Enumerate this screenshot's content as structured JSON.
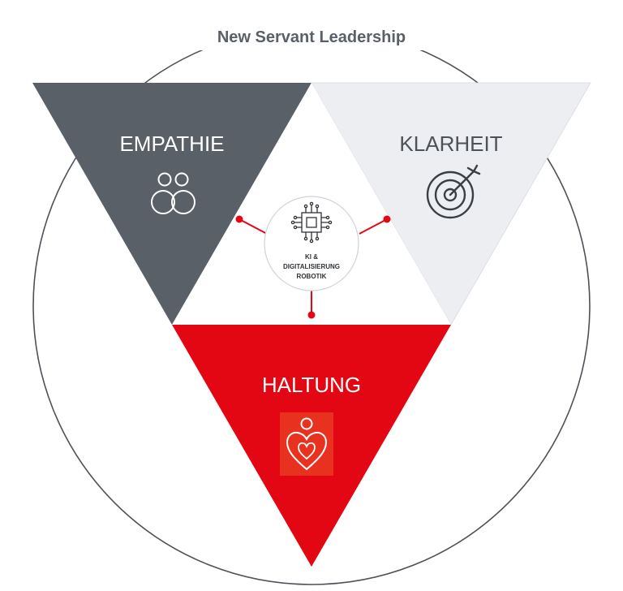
{
  "title": "New Servant Leadership",
  "segments": [
    {
      "label": "EMPATHIE",
      "icon": "two-people-icon",
      "fill": "#5a6068",
      "text_color": "#ffffff"
    },
    {
      "label": "KLARHEIT",
      "icon": "target-arrow-icon",
      "fill": "#eceef1",
      "text_color": "#4d5258"
    },
    {
      "label": "HALTUNG",
      "icon": "person-heart-icon",
      "fill": "#e30613",
      "text_color": "#ffffff"
    }
  ],
  "hub": {
    "icon": "chip-icon",
    "lines": [
      "KI &",
      "DIGITALISIERUNG",
      "ROBOTIK"
    ]
  },
  "colors": {
    "circle": "#4d5258",
    "title": "#5a6068",
    "accent": "#e30613",
    "hub_text": "#2f3338"
  }
}
